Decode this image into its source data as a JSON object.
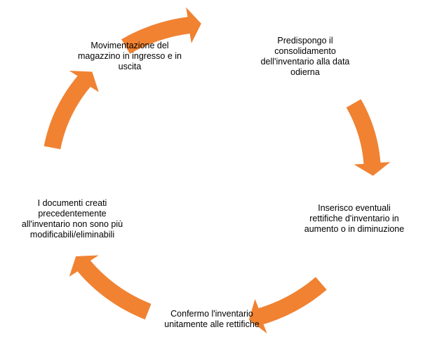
{
  "diagram": {
    "type": "cycle",
    "arrow_color": "#F08232",
    "steps": [
      {
        "id": "s1",
        "text": "Movimentazione del magazzino in ingresso e in uscita"
      },
      {
        "id": "s2",
        "text": "Predispongo il consolidamento dell'inventario alla data odierna"
      },
      {
        "id": "s3",
        "text": "Inserisco eventuali rettifiche d'inventario in aumento o in diminuzione"
      },
      {
        "id": "s4",
        "text": "Confermo l'inventario unitamente alle rettifiche"
      },
      {
        "id": "s5",
        "text": "I documenti creati precedentemente all'inventario non sono più modificabili/eliminabili"
      }
    ]
  }
}
